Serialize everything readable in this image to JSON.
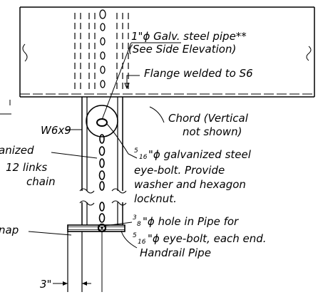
{
  "labels": {
    "pipe": "1\"ϕ Galv. steel pipe**",
    "see_side": "(See Side Elevation)",
    "flange": "Flange welded to S6",
    "w6x9": "W6x9",
    "chord_1": "Chord (Vertical",
    "chord_2": "not shown)",
    "galv_left_1": "anized",
    "galv_left_2": "12 links",
    "galv_left_3": "chain",
    "eyebolt_num": "5",
    "eyebolt_den": "16",
    "eyebolt_1": "\"ϕ galvanized steel",
    "eyebolt_2": "eye-bolt.  Provide",
    "eyebolt_3": "washer and hexagon",
    "eyebolt_4": "locknut.",
    "snap": "nap",
    "hole_num": "3",
    "hole_den": "8",
    "hole_1": "\"ϕ hole in Pipe for",
    "hole_num2": "5",
    "hole_den2": "16",
    "hole_2": "\"ϕ eye-bolt, each end.",
    "handrail": "Handrail Pipe",
    "dim": "3\""
  }
}
